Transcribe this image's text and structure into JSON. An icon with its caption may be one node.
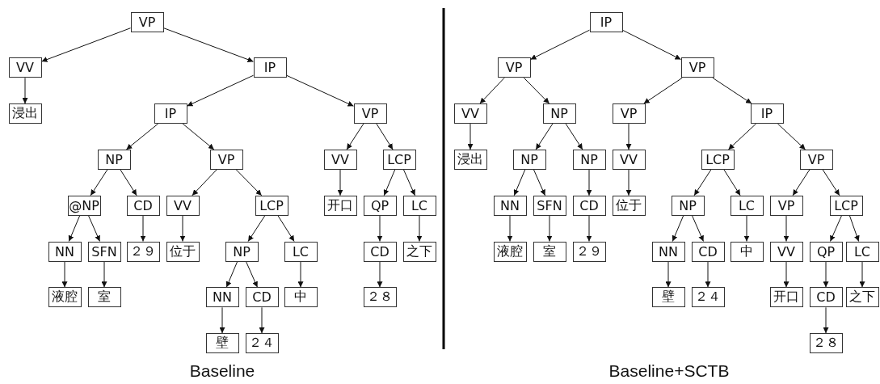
{
  "diagram": {
    "nodes": [
      {
        "text": [
          "VP"
        ]
      },
      {
        "text": [
          "VV"
        ]
      },
      {
        "text": [
          "IP"
        ]
      },
      {
        "text": [
          "浸出"
        ]
      },
      {
        "text": [
          "IP"
        ]
      },
      {
        "text": [
          "VP"
        ]
      },
      {
        "text": [
          "NP"
        ]
      },
      {
        "text": [
          "VP"
        ]
      },
      {
        "text": [
          "VV"
        ]
      },
      {
        "text": [
          "LCP"
        ]
      },
      {
        "text": [
          "@NP"
        ]
      },
      {
        "text": [
          "CD"
        ]
      },
      {
        "text": [
          "VV"
        ]
      },
      {
        "text": [
          "LCP"
        ]
      },
      {
        "text": [
          "开口"
        ]
      },
      {
        "text": [
          "QP"
        ]
      },
      {
        "text": [
          "LC"
        ]
      },
      {
        "text": [
          "NN"
        ]
      },
      {
        "text": [
          "SFN"
        ]
      },
      {
        "text": [
          "２９"
        ]
      },
      {
        "text": [
          "位于"
        ]
      },
      {
        "text": [
          "NP"
        ]
      },
      {
        "text": [
          "LC"
        ]
      },
      {
        "text": [
          "CD"
        ]
      },
      {
        "text": [
          "之下"
        ]
      },
      {
        "text": [
          "液腔"
        ]
      },
      {
        "text": [
          "室"
        ]
      },
      {
        "text": [
          "NN"
        ]
      },
      {
        "text": [
          "CD"
        ]
      },
      {
        "text": [
          "中"
        ]
      },
      {
        "text": [
          "２８"
        ]
      },
      {
        "text": [
          "壁"
        ]
      },
      {
        "text": [
          "２４"
        ]
      },
      {
        "text": [
          "IP"
        ]
      },
      {
        "text": [
          "VP"
        ]
      },
      {
        "text": [
          "VP"
        ]
      },
      {
        "text": [
          "VV"
        ]
      },
      {
        "text": [
          "NP"
        ]
      },
      {
        "text": [
          "VP"
        ]
      },
      {
        "text": [
          "IP"
        ]
      },
      {
        "text": [
          "浸出"
        ]
      },
      {
        "text": [
          "NP"
        ]
      },
      {
        "text": [
          "NP"
        ]
      },
      {
        "text": [
          "VV"
        ]
      },
      {
        "text": [
          "LCP"
        ]
      },
      {
        "text": [
          "VP"
        ]
      },
      {
        "text": [
          "NN"
        ]
      },
      {
        "text": [
          "SFN"
        ]
      },
      {
        "text": [
          "CD"
        ]
      },
      {
        "text": [
          "位于"
        ]
      },
      {
        "text": [
          "NP"
        ]
      },
      {
        "text": [
          "LC"
        ]
      },
      {
        "text": [
          "VP"
        ]
      },
      {
        "text": [
          "LCP"
        ]
      },
      {
        "text": [
          "液腔"
        ]
      },
      {
        "text": [
          "室"
        ]
      },
      {
        "text": [
          "２９"
        ]
      },
      {
        "text": [
          "NN"
        ]
      },
      {
        "text": [
          "CD"
        ]
      },
      {
        "text": [
          "中"
        ]
      },
      {
        "text": [
          "VV"
        ]
      },
      {
        "text": [
          "QP"
        ]
      },
      {
        "text": [
          "LC"
        ]
      },
      {
        "text": [
          "壁"
        ]
      },
      {
        "text": [
          "２４"
        ]
      },
      {
        "text": [
          "开口"
        ]
      },
      {
        "text": [
          "CD"
        ]
      },
      {
        "text": [
          "之下"
        ]
      },
      {
        "text": [
          "２８"
        ]
      }
    ],
    "edges": [
      {
        "from": 0,
        "to": 1,
        "arrow": "to"
      },
      {
        "from": 0,
        "to": 2,
        "arrow": "to"
      },
      {
        "from": 1,
        "to": 3,
        "arrow": "to"
      },
      {
        "from": 2,
        "to": 4,
        "arrow": "to"
      },
      {
        "from": 2,
        "to": 5,
        "arrow": "to"
      },
      {
        "from": 4,
        "to": 6,
        "arrow": "to"
      },
      {
        "from": 4,
        "to": 7,
        "arrow": "to"
      },
      {
        "from": 5,
        "to": 8,
        "arrow": "to"
      },
      {
        "from": 5,
        "to": 9,
        "arrow": "to"
      },
      {
        "from": 6,
        "to": 10,
        "arrow": "to"
      },
      {
        "from": 6,
        "to": 11,
        "arrow": "to"
      },
      {
        "from": 7,
        "to": 12,
        "arrow": "to"
      },
      {
        "from": 7,
        "to": 13,
        "arrow": "to"
      },
      {
        "from": 8,
        "to": 14,
        "arrow": "to"
      },
      {
        "from": 9,
        "to": 15,
        "arrow": "to"
      },
      {
        "from": 9,
        "to": 16,
        "arrow": "to"
      },
      {
        "from": 10,
        "to": 17,
        "arrow": "to"
      },
      {
        "from": 10,
        "to": 18,
        "arrow": "to"
      },
      {
        "from": 11,
        "to": 19,
        "arrow": "to"
      },
      {
        "from": 12,
        "to": 20,
        "arrow": "to"
      },
      {
        "from": 13,
        "to": 21,
        "arrow": "to"
      },
      {
        "from": 13,
        "to": 22,
        "arrow": "to"
      },
      {
        "from": 15,
        "to": 23,
        "arrow": "to"
      },
      {
        "from": 16,
        "to": 24,
        "arrow": "to"
      },
      {
        "from": 17,
        "to": 25,
        "arrow": "to"
      },
      {
        "from": 18,
        "to": 26,
        "arrow": "to"
      },
      {
        "from": 21,
        "to": 27,
        "arrow": "to"
      },
      {
        "from": 21,
        "to": 28,
        "arrow": "to"
      },
      {
        "from": 22,
        "to": 29,
        "arrow": "to"
      },
      {
        "from": 23,
        "to": 30,
        "arrow": "to"
      },
      {
        "from": 27,
        "to": 31,
        "arrow": "to"
      },
      {
        "from": 28,
        "to": 32,
        "arrow": "to"
      },
      {
        "from": 33,
        "to": 34,
        "arrow": "to"
      },
      {
        "from": 33,
        "to": 35,
        "arrow": "to"
      },
      {
        "from": 34,
        "to": 36,
        "arrow": "to"
      },
      {
        "from": 34,
        "to": 37,
        "arrow": "to"
      },
      {
        "from": 35,
        "to": 38,
        "arrow": "to"
      },
      {
        "from": 35,
        "to": 39,
        "arrow": "to"
      },
      {
        "from": 36,
        "to": 40,
        "arrow": "to"
      },
      {
        "from": 37,
        "to": 41,
        "arrow": "to"
      },
      {
        "from": 37,
        "to": 42,
        "arrow": "to"
      },
      {
        "from": 38,
        "to": 43,
        "arrow": "to"
      },
      {
        "from": 39,
        "to": 44,
        "arrow": "to"
      },
      {
        "from": 39,
        "to": 45,
        "arrow": "to"
      },
      {
        "from": 41,
        "to": 46,
        "arrow": "to"
      },
      {
        "from": 41,
        "to": 47,
        "arrow": "to"
      },
      {
        "from": 42,
        "to": 48,
        "arrow": "to"
      },
      {
        "from": 43,
        "to": 49,
        "arrow": "to"
      },
      {
        "from": 44,
        "to": 50,
        "arrow": "to"
      },
      {
        "from": 44,
        "to": 51,
        "arrow": "to"
      },
      {
        "from": 45,
        "to": 52,
        "arrow": "to"
      },
      {
        "from": 45,
        "to": 53,
        "arrow": "to"
      },
      {
        "from": 46,
        "to": 54,
        "arrow": "to"
      },
      {
        "from": 47,
        "to": 55,
        "arrow": "to"
      },
      {
        "from": 48,
        "to": 56,
        "arrow": "to"
      },
      {
        "from": 50,
        "to": 57,
        "arrow": "to"
      },
      {
        "from": 50,
        "to": 58,
        "arrow": "to"
      },
      {
        "from": 51,
        "to": 59,
        "arrow": "to"
      },
      {
        "from": 52,
        "to": 60,
        "arrow": "to"
      },
      {
        "from": 53,
        "to": 61,
        "arrow": "to"
      },
      {
        "from": 53,
        "to": 62,
        "arrow": "to"
      },
      {
        "from": 57,
        "to": 63,
        "arrow": "to"
      },
      {
        "from": 58,
        "to": 64,
        "arrow": "to"
      },
      {
        "from": 60,
        "to": 65,
        "arrow": "to"
      },
      {
        "from": 61,
        "to": 66,
        "arrow": "to"
      },
      {
        "from": 62,
        "to": 67,
        "arrow": "to"
      },
      {
        "from": 66,
        "to": 68,
        "arrow": "to"
      }
    ],
    "labels": [
      "Baseline",
      "Baseline+SCTB"
    ]
  }
}
